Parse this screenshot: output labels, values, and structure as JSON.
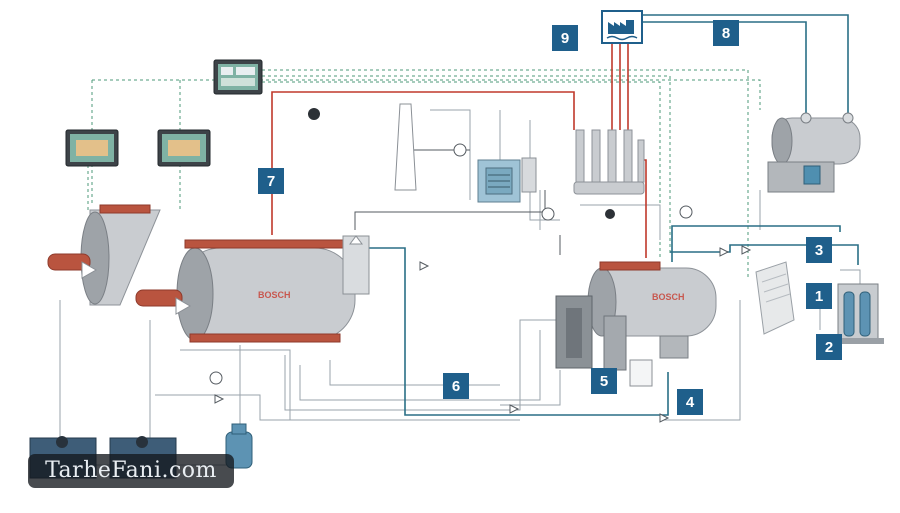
{
  "badges": [
    {
      "label": "1"
    },
    {
      "label": "2"
    },
    {
      "label": "3"
    },
    {
      "label": "4"
    },
    {
      "label": "5"
    },
    {
      "label": "6"
    },
    {
      "label": "7"
    },
    {
      "label": "8"
    },
    {
      "label": "9"
    }
  ],
  "boiler_brand": "BOSCH",
  "watermark": "TarheFani.com",
  "colors": {
    "badge": "#1f5f8b",
    "steam_line": "#c0392b",
    "water_line": "#2a6f86",
    "signal_line": "#4d9a7a"
  }
}
